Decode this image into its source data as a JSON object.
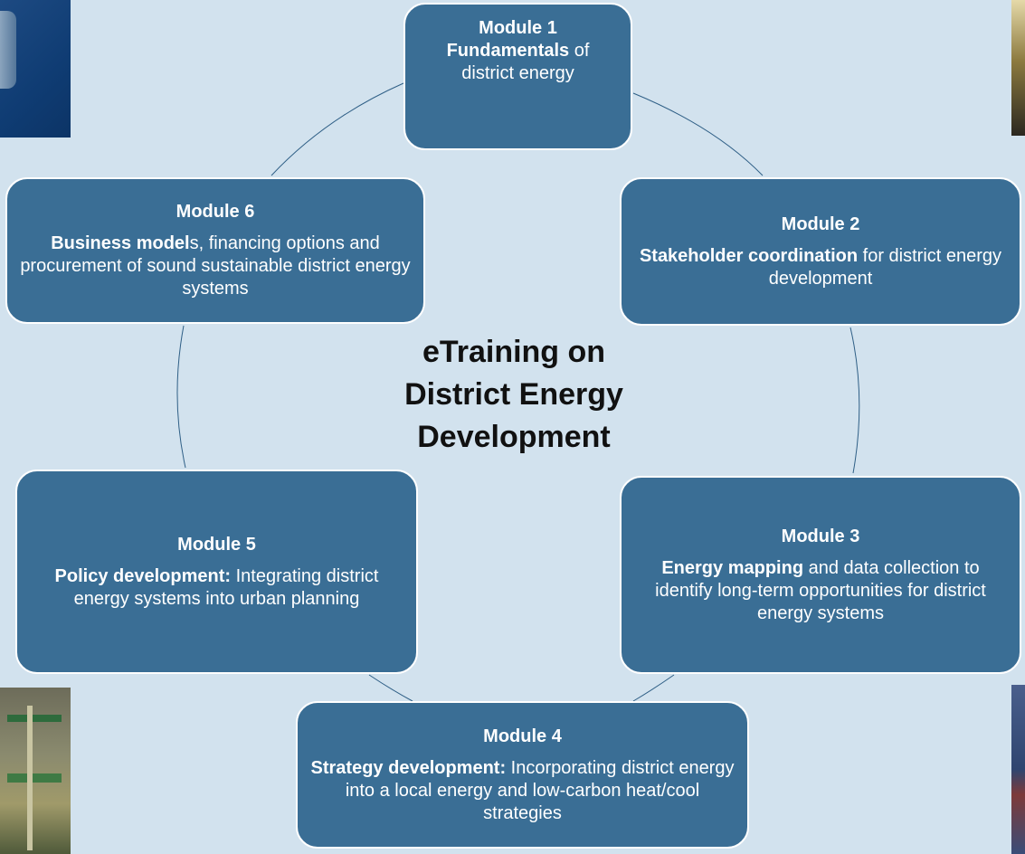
{
  "center_title": {
    "line1": "eTraining on",
    "line2": "District Energy",
    "line3": "Development"
  },
  "modules": [
    {
      "title": "Module 1",
      "bold": "Fundamentals",
      "rest": " of",
      "line2": "district energy"
    },
    {
      "title": "Module 2",
      "bold": "Stakeholder coordination",
      "rest": " for district energy development"
    },
    {
      "title": "Module 3",
      "bold": "Energy mapping",
      "rest": " and data collection to identify long-term opportunities for district energy systems"
    },
    {
      "title": "Module 4",
      "bold": "Strategy development:",
      "rest": " Incorporating district energy into a local energy and low-carbon heat/cool strategies"
    },
    {
      "title": "Module 5",
      "bold": "Policy development:",
      "rest": " Integrating district energy systems into urban planning"
    },
    {
      "title": "Module 6",
      "bold": "Business model",
      "rest": "s, financing options and procurement of sound sustainable district energy systems"
    }
  ],
  "colors": {
    "background": "#d2e2ee",
    "box_fill": "#3a6e95",
    "box_border": "#ffffff",
    "connector": "#2f5f86"
  }
}
